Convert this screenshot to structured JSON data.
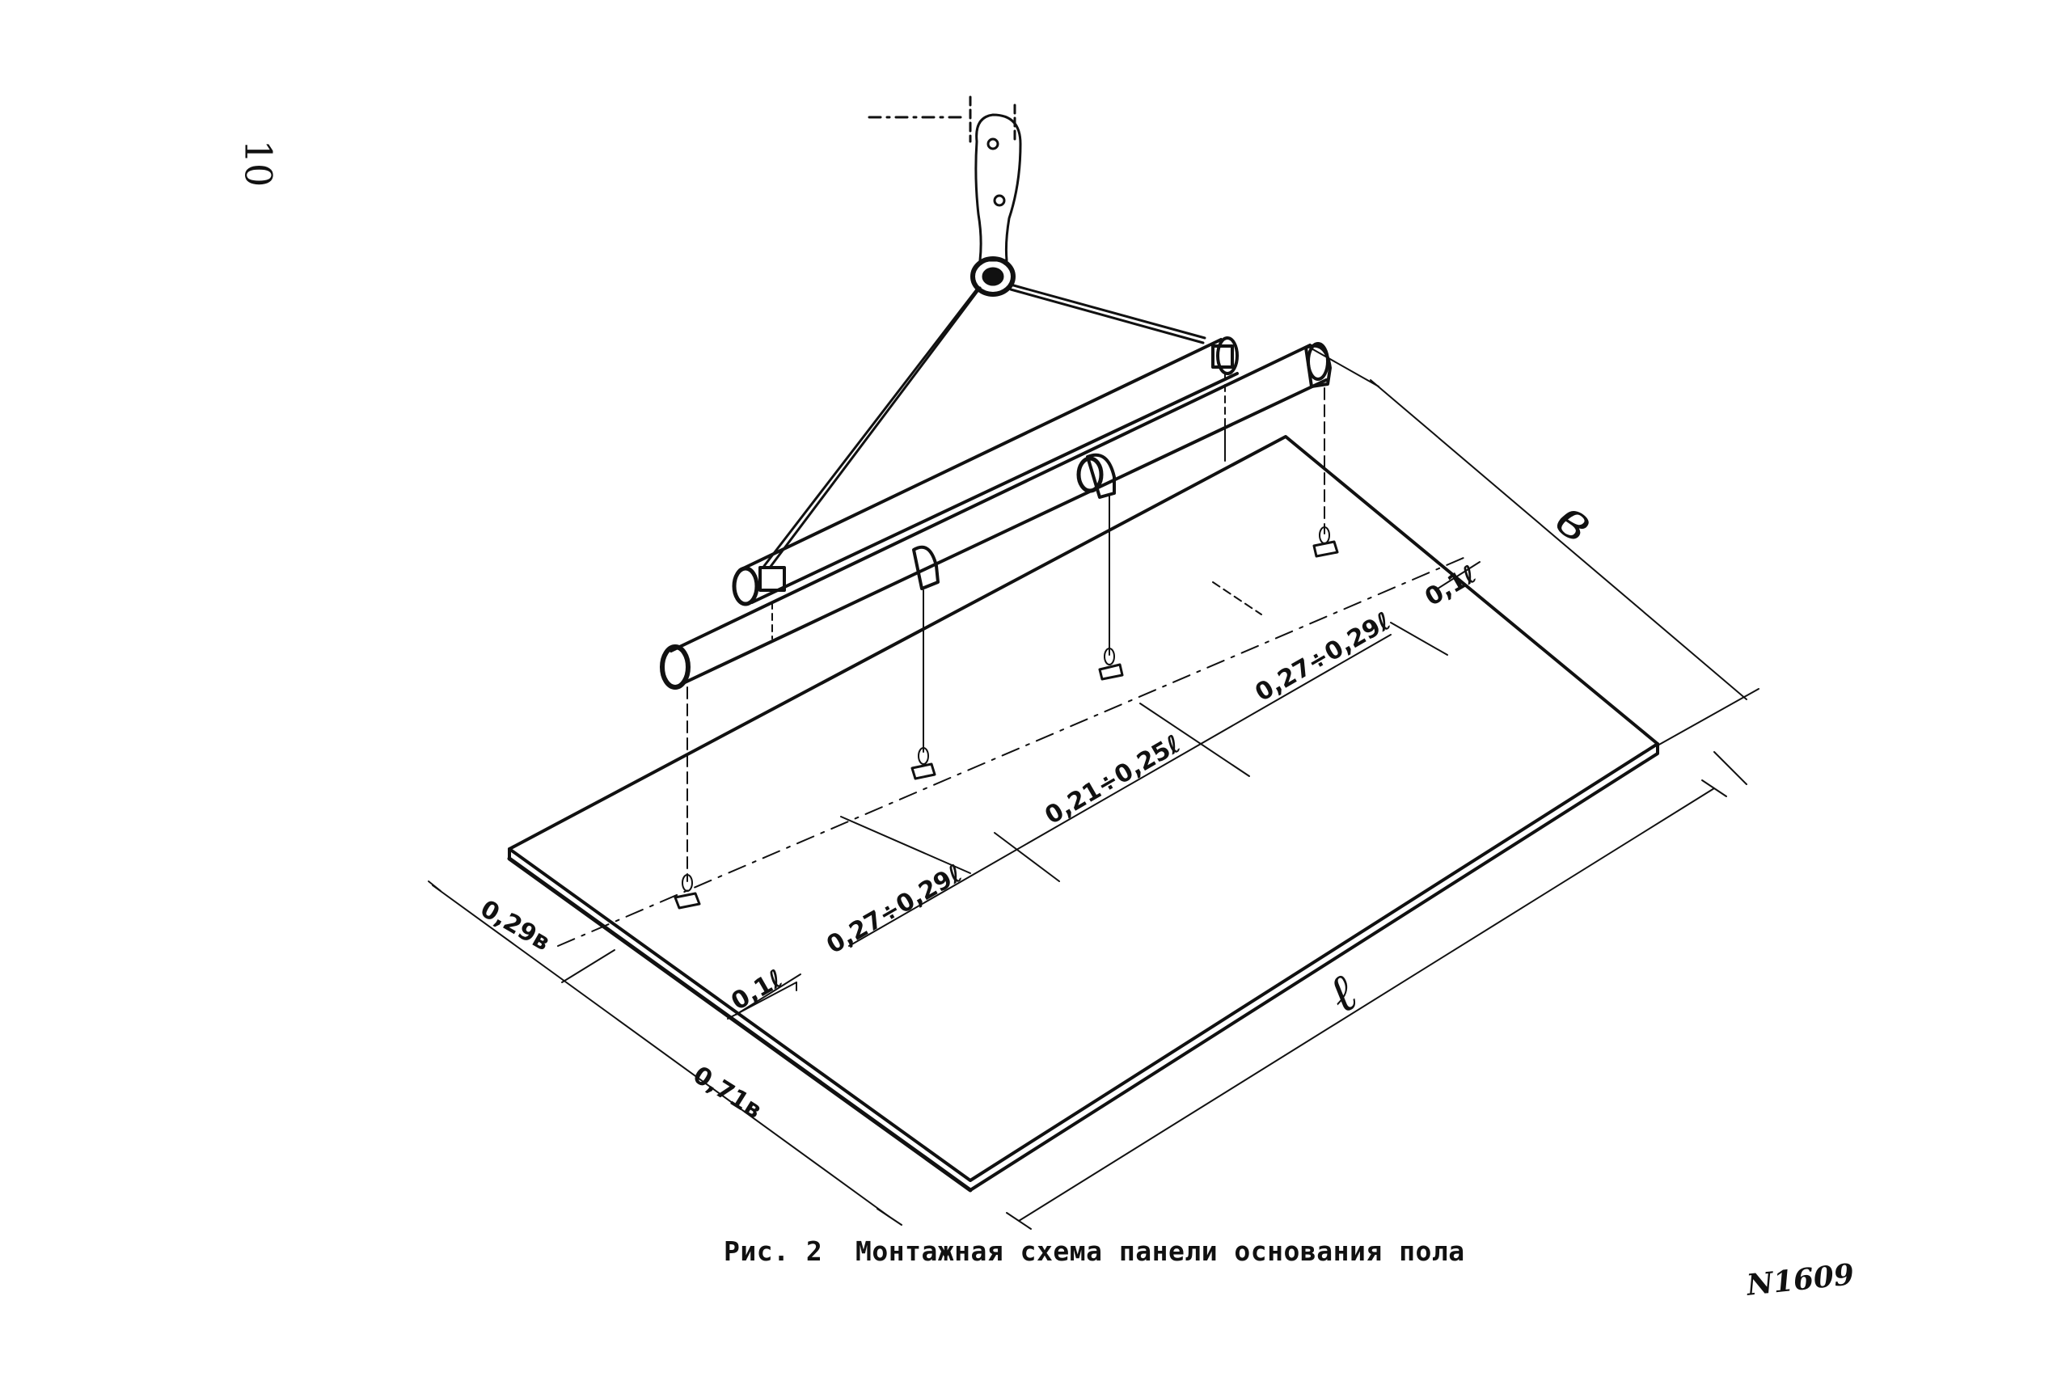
{
  "page": {
    "page_number": "10",
    "doc_number": "N1609"
  },
  "caption": {
    "fig_label": "Рис. 2",
    "title": "Монтажная схема панели основания пола"
  },
  "dimensions": {
    "width_b": "в",
    "length_l": "ℓ",
    "b_029": "0,29в",
    "b_071": "0,71в",
    "front_01l": "0,1ℓ",
    "front_027_029": "0,27÷0,29ℓ",
    "mid_021_025": "0,21÷0,25ℓ",
    "rear_027_029": "0,27÷0,29ℓ",
    "rear_01l": "0,1ℓ"
  }
}
